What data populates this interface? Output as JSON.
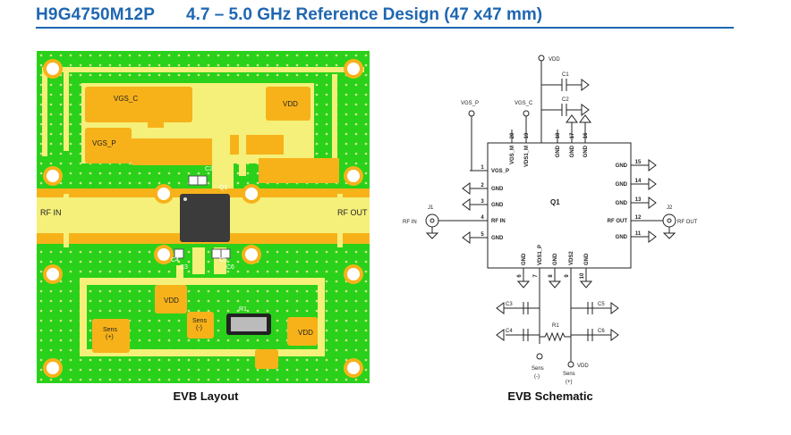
{
  "header": {
    "part_number": "H9G4750M12P",
    "description": "4.7 – 5.0 GHz Reference Design (47 x47 mm)"
  },
  "layout": {
    "caption": "EVB Layout",
    "labels": {
      "vgs_c": "VGS_C",
      "vgs_p": "VGS_P",
      "vdd_top": "VDD",
      "vdd_mid": "VDD",
      "vdd_right": "VDD",
      "c2": "C2",
      "q1": "Q1",
      "rf_in": "RF IN",
      "rf_out": "RF OUT",
      "r1": "R1",
      "sens_plus": "Sens\n(+)",
      "sens_minus": "Sens\n(-)",
      "c4": "C4",
      "c3": "C3",
      "c5": "C5",
      "c6": "C6"
    }
  },
  "schematic": {
    "caption": "EVB Schematic",
    "labels": {
      "vdd_top": "VDD",
      "c1": "C1",
      "c2": "C2",
      "vgs_p": "VGS_P",
      "vgs_c": "VGS_C",
      "q1": "Q1",
      "j1": "J1",
      "j2": "J2",
      "rf_in": "RF IN",
      "rf_out": "RF OUT",
      "c3": "C3",
      "c4": "C4",
      "c5": "C5",
      "c6": "C6",
      "r1": "R1",
      "sens_minus": "Sens",
      "sens_minus_sign": "(-)",
      "sens_plus": "Sens",
      "sens_plus_sign": "(+)",
      "vdd_bottom": "VDD"
    },
    "left_pins": [
      {
        "num": "1",
        "name": "VGS_P"
      },
      {
        "num": "2",
        "name": "GND"
      },
      {
        "num": "3",
        "name": "GND"
      },
      {
        "num": "4",
        "name": "RF IN"
      },
      {
        "num": "5",
        "name": "GND"
      }
    ],
    "right_pins": [
      {
        "num": "15",
        "name": "GND"
      },
      {
        "num": "14",
        "name": "GND"
      },
      {
        "num": "13",
        "name": "GND"
      },
      {
        "num": "12",
        "name": "RF OUT"
      },
      {
        "num": "11",
        "name": "GND"
      }
    ],
    "top_pins": [
      {
        "num": "20",
        "name": "VGS_M"
      },
      {
        "num": "19",
        "name": "VDS1_M"
      },
      {
        "num": "18",
        "name": "GND"
      },
      {
        "num": "17",
        "name": "GND"
      },
      {
        "num": "16",
        "name": "GND"
      }
    ],
    "bottom_pins": [
      {
        "num": "6",
        "name": "GND"
      },
      {
        "num": "7",
        "name": "VDS1_P"
      },
      {
        "num": "8",
        "name": "GND"
      },
      {
        "num": "9",
        "name": "VDS2"
      },
      {
        "num": "10",
        "name": "GND"
      }
    ]
  }
}
